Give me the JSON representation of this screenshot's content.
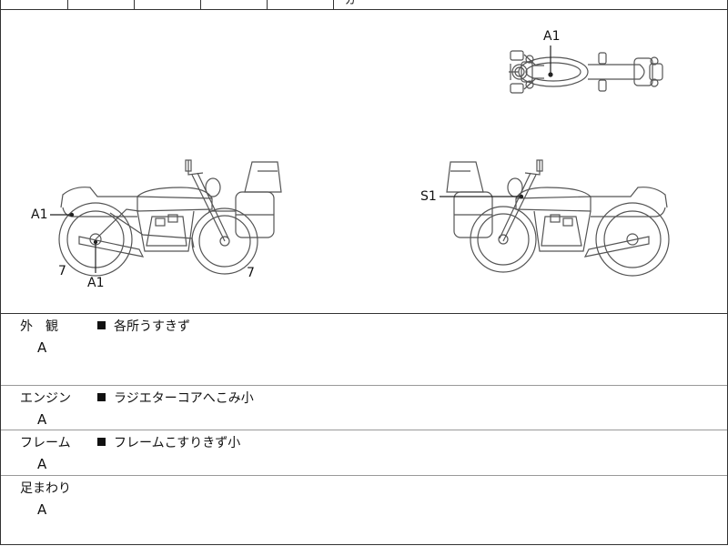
{
  "top_strip": {
    "partial_text": "ガ"
  },
  "diagram": {
    "top_view_label": "A1",
    "left_view": {
      "seat_label": "A1",
      "exhaust_label": "A1",
      "rear_tire": "7",
      "front_tire": "7"
    },
    "right_view": {
      "fork_label": "S1"
    }
  },
  "sections": [
    {
      "category": "外　観",
      "grade": "A",
      "note": "各所うすきず"
    },
    {
      "category": "エンジン",
      "grade": "A",
      "note": "ラジエターコアへこみ小"
    },
    {
      "category": "フレーム",
      "grade": "A",
      "note": "フレームこすりきず小"
    },
    {
      "category": "足まわり",
      "grade": "A",
      "note": ""
    }
  ]
}
